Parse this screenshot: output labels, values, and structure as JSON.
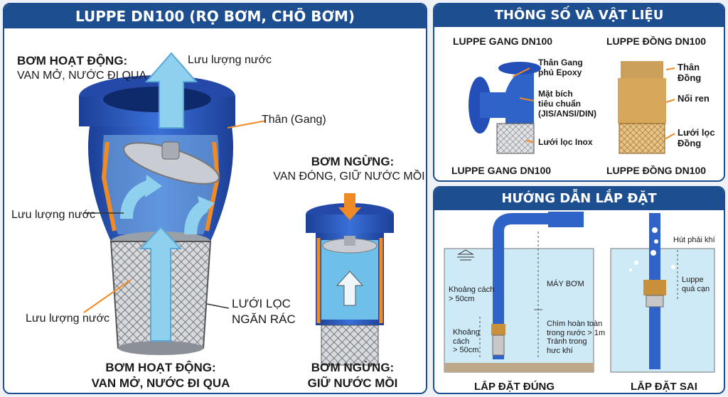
{
  "left": {
    "title": "LUPPE DN100 (RỌ BƠM, CHÕ BƠM)",
    "top_state_line1": "BƠM HOẠT ĐỘNG:",
    "top_state_line2": "VAN MỞ, NƯỚC ĐI QUA",
    "flow_top": "Lưu lượng nước",
    "body_label": "Thân (Gang)",
    "flow_left": "Lưu lượng nước",
    "flow_bottom": "Lưu lượng nước",
    "strainer_line1": "LƯỚI LỌC",
    "strainer_line2": "NGĂN RÁC",
    "stop_line1": "BƠM NGỪNG:",
    "stop_line2": "VAN ĐÓNG, GIỮ NƯỚC MỒI",
    "caption_run_line1": "BƠM HOẠT ĐỘNG:",
    "caption_run_line2": "VAN MỞ, NƯỚC ĐI QUA",
    "caption_stop_line1": "BƠM NGỪNG:",
    "caption_stop_line2": "GIỮ NƯỚC MỒI"
  },
  "specs": {
    "title": "THÔNG SỐ VÀ VẬT LIỆU",
    "cast_title": "LUPPE GANG DN100",
    "cast_body": "Thân Gang\nphủ Epoxy",
    "cast_flange": "Mặt bích\ntiêu chuẩn\n(JIS/ANSI/DIN)",
    "cast_screen": "Lưới lọc Inox",
    "cast_caption": "LUPPE GANG DN100",
    "brass_title": "LUPPE ĐỒNG DN100",
    "brass_body": "Thân Đồng",
    "brass_thread": "Nối ren",
    "brass_screen": "Lưới lọc\nĐồng",
    "brass_caption": "LUPPE ĐỒNG DN100"
  },
  "install": {
    "title": "HƯỚNG DẪN LẮP ĐẶT",
    "gap_top": "Khoảng cách\n> 50cm",
    "gap_bottom": "Khoảng\ncách\n> 50cm",
    "pump": "MÁY BƠM",
    "submerge": "Chìm hoàn toàn\ntrong nước > 1m\nTránh trong\nhưc khí",
    "air": "Hút phải khí",
    "shallow": "Luppe\nquá cạn",
    "correct": "LẮP ĐẶT ĐÚNG",
    "wrong": "LẮP ĐẶT SAI"
  },
  "colors": {
    "blue": "#1d4e8f",
    "iron": "#2f63c8",
    "brass": "#c8903a",
    "water": "#8fd0ef",
    "orange": "#f08a24"
  }
}
